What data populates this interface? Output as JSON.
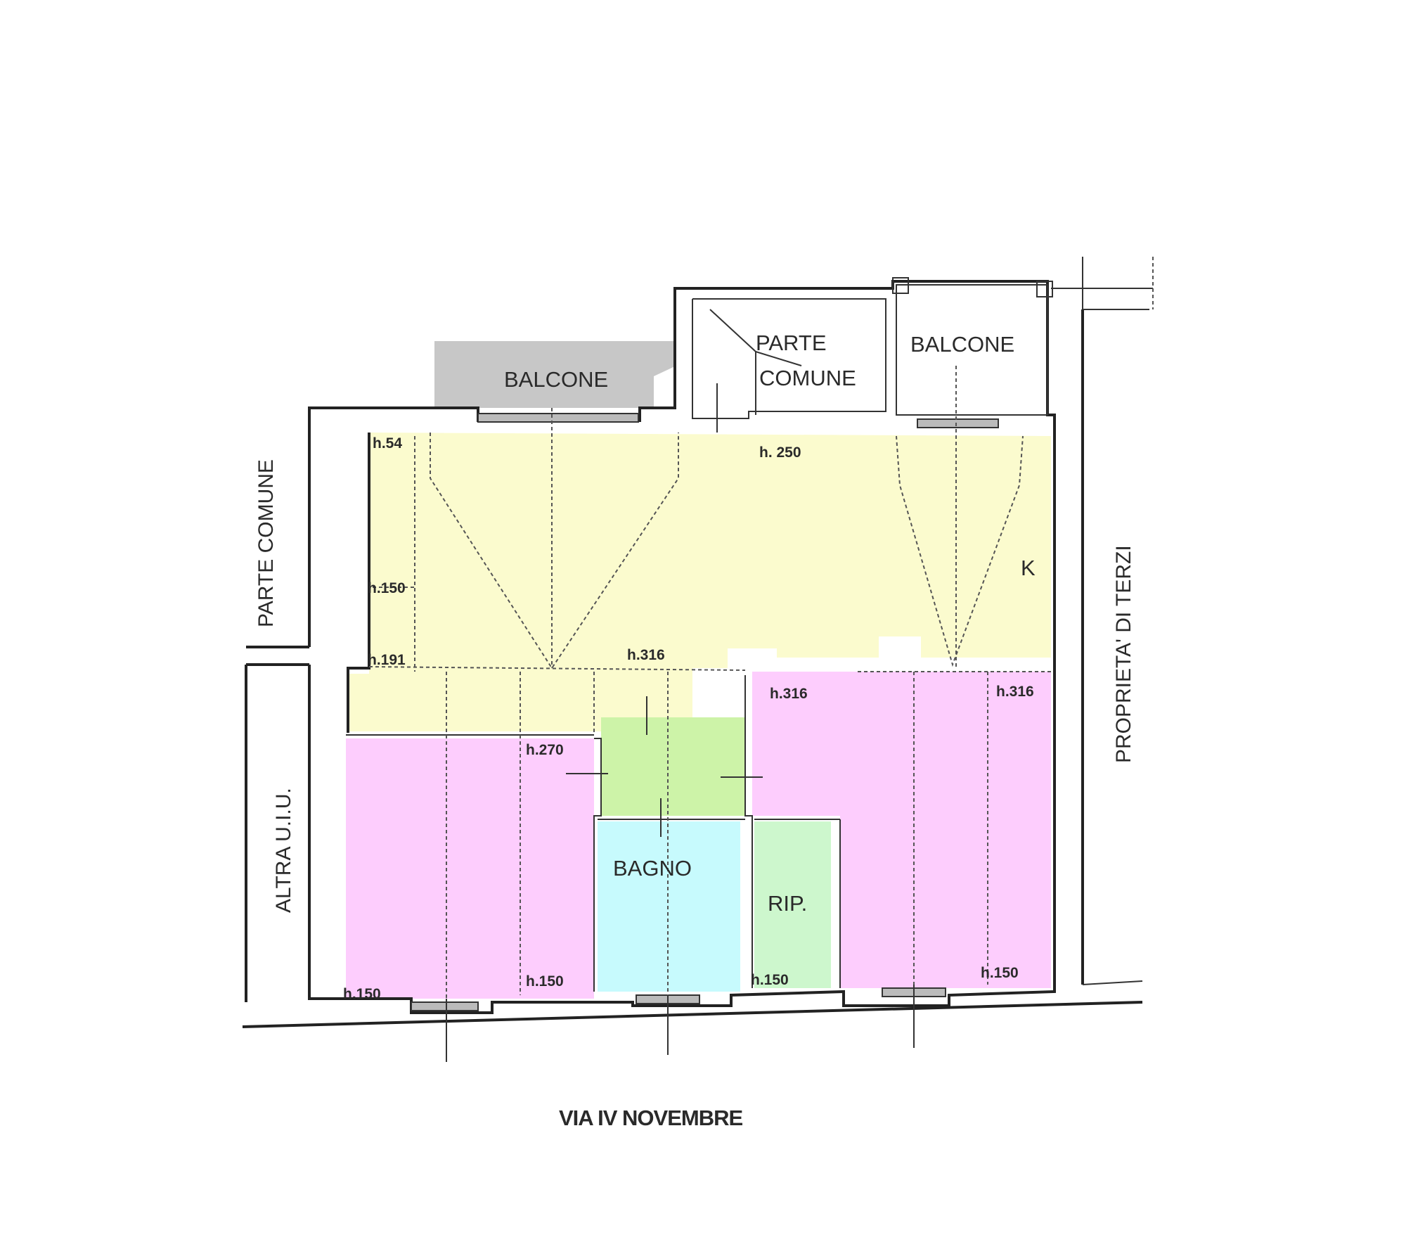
{
  "rooms": {
    "balcone_left": "BALCONE",
    "balcone_right": "BALCONE",
    "parte_comune_1": "PARTE",
    "parte_comune_2": "COMUNE",
    "kitchen": "K",
    "bagno": "BAGNO",
    "rip": "RIP."
  },
  "heights": {
    "h54": "h.54",
    "h250": "h. 250",
    "h150_left": "h.150",
    "h191": "h.191",
    "h316_center": "h.316",
    "h316_mid": "h.316",
    "h316_right": "h.316",
    "h270": "h.270",
    "h150_bl1": "h.150",
    "h150_bl2": "h.150",
    "h150_rip": "h.150",
    "h150_br": "h.150"
  },
  "surroundings": {
    "left_top": "PARTE COMUNE",
    "left_bottom": "ALTRA U.I.U.",
    "right": "PROPRIETA' DI TERZI",
    "street": "VIA IV NOVEMBRE"
  },
  "colors": {
    "yellow": "#fbfbce",
    "pink": "#fdcdfd",
    "green": "#cdf3a8",
    "cyan": "#c7fafd",
    "rip_green": "#cdf7cd",
    "grey": "#c7c7c7"
  }
}
